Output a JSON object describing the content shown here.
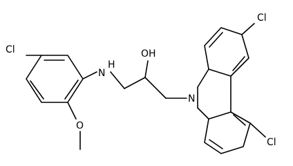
{
  "atoms": {
    "cl_left": "Cl",
    "nh": "H",
    "nh_n": "N",
    "oh": "OH",
    "n_ring": "N",
    "cl_top_right": "Cl",
    "cl_bottom_right": "Cl",
    "o_methoxy": "O"
  },
  "colors": {
    "bond": "#000000",
    "background": "#ffffff"
  }
}
